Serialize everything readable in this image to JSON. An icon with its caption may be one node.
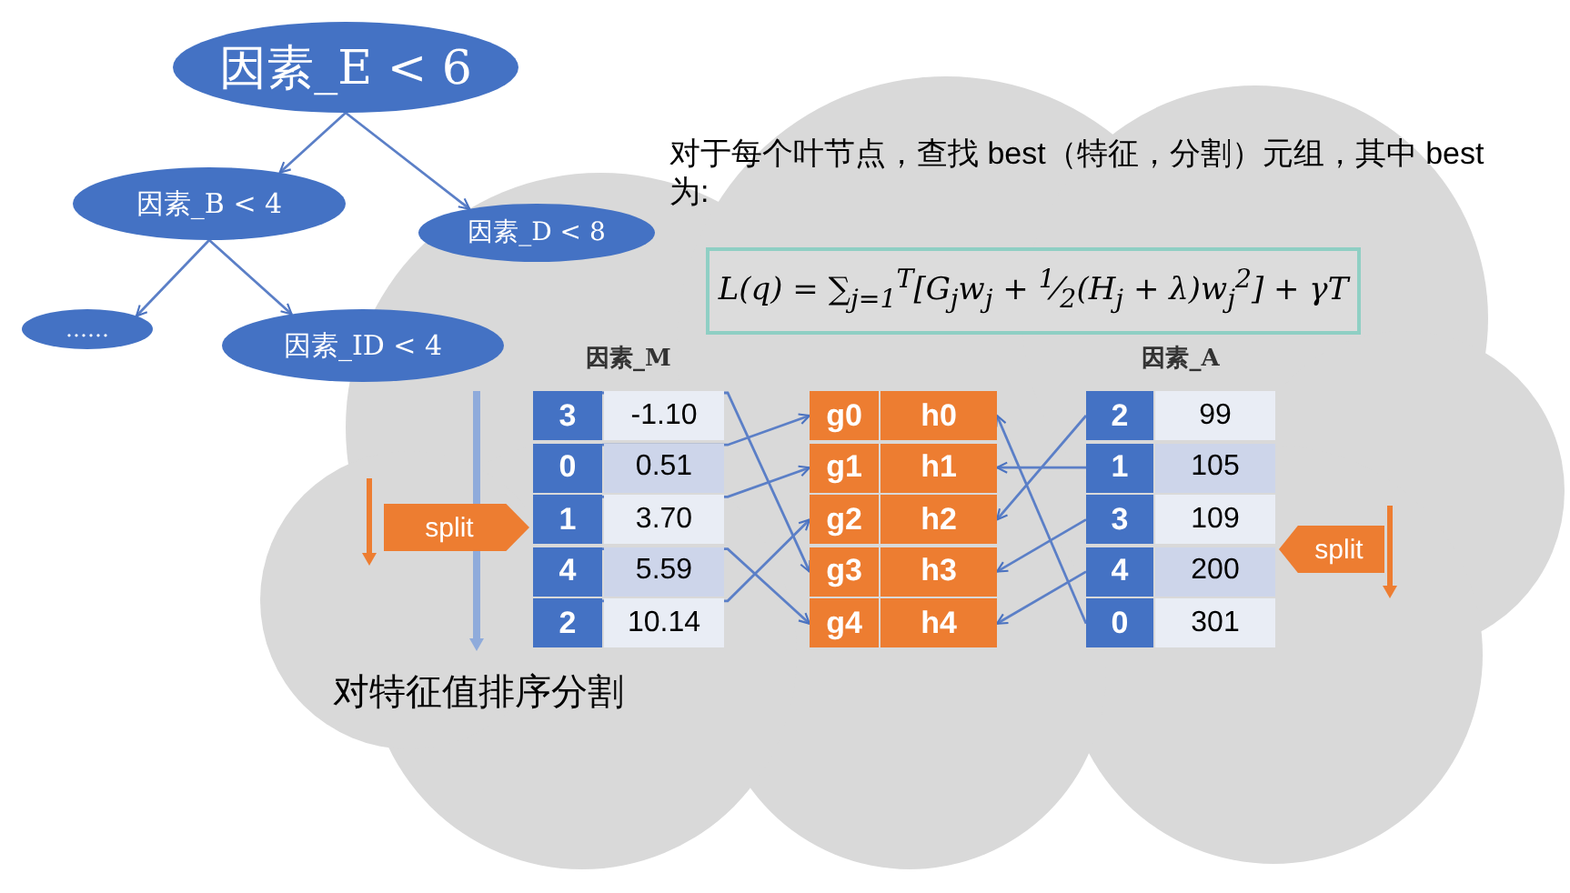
{
  "diagram": {
    "nodes": [
      {
        "text": [
          "因素_E < 6"
        ]
      },
      {
        "text": [
          "因素_B < 4"
        ]
      },
      {
        "text": [
          "因素_D < 8"
        ]
      },
      {
        "text": [
          "……"
        ]
      },
      {
        "text": [
          "因素_ID < 4"
        ]
      },
      {
        "text": [
          "L(q) = ∑$_{j=1}$$^{T}$[G$_{j}$w$_{j}$ + $^{1}$⁄$_{2}$(H$_{j}$ + λ)w$_{j}$$^{2}$] + γT"
        ]
      },
      {
        "text": [
          "3"
        ]
      },
      {
        "text": [
          "0"
        ]
      },
      {
        "text": [
          "1"
        ]
      },
      {
        "text": [
          "4"
        ]
      },
      {
        "text": [
          "2"
        ]
      },
      {
        "text": [
          "g0"
        ]
      },
      {
        "text": [
          "g1"
        ]
      },
      {
        "text": [
          "g2"
        ]
      },
      {
        "text": [
          "g3"
        ]
      },
      {
        "text": [
          "g4"
        ]
      },
      {
        "text": [
          "h0"
        ]
      },
      {
        "text": [
          "h1"
        ]
      },
      {
        "text": [
          "h2"
        ]
      },
      {
        "text": [
          "h3"
        ]
      },
      {
        "text": [
          "h4"
        ]
      },
      {
        "text": [
          "2"
        ]
      },
      {
        "text": [
          "1"
        ]
      },
      {
        "text": [
          "3"
        ]
      },
      {
        "text": [
          "4"
        ]
      },
      {
        "text": [
          "0"
        ]
      },
      {
        "text": [
          "split"
        ]
      },
      {
        "text": [
          "split"
        ]
      }
    ],
    "edges": [
      {
        "from": 0,
        "to": 1,
        "arrow": "to"
      },
      {
        "from": 0,
        "to": 2,
        "arrow": "to"
      },
      {
        "from": 1,
        "to": 3,
        "arrow": "to"
      },
      {
        "from": 1,
        "to": 4,
        "arrow": "to"
      },
      {
        "from": 6,
        "to": 14,
        "arrow": "to"
      },
      {
        "from": 7,
        "to": 11,
        "arrow": "to"
      },
      {
        "from": 8,
        "to": 12,
        "arrow": "to"
      },
      {
        "from": 9,
        "to": 15,
        "arrow": "to"
      },
      {
        "from": 10,
        "to": 13,
        "arrow": "to"
      },
      {
        "from": 21,
        "to": 18,
        "arrow": "to"
      },
      {
        "from": 22,
        "to": 17,
        "arrow": "to"
      },
      {
        "from": 23,
        "to": 19,
        "arrow": "to"
      },
      {
        "from": 24,
        "to": 20,
        "arrow": "to"
      },
      {
        "from": 25,
        "to": 16,
        "arrow": "to"
      }
    ],
    "labels": [
      "对于每个叶节点，查找 best（特征，分割）元组，其中 best 为:",
      "因素_M",
      "因素_A",
      "-1.10",
      "99",
      "0.51",
      "105",
      "3.70",
      "109",
      "5.59",
      "200",
      "10.14",
      "301",
      "对特征值排序分割"
    ]
  }
}
